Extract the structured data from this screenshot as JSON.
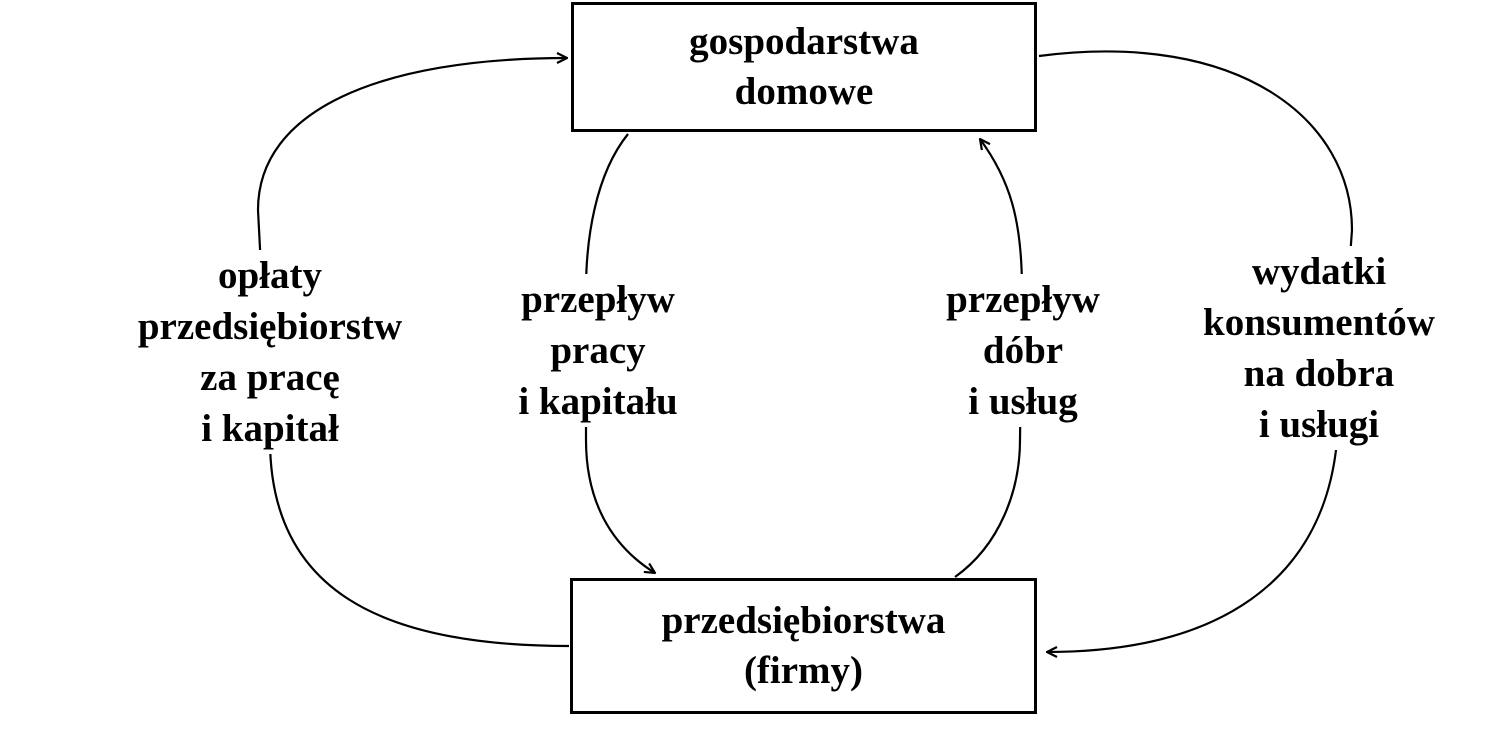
{
  "colors": {
    "line": "#000000",
    "background": "#ffffff"
  },
  "nodes": {
    "households": {
      "line1": "gospodarstwa",
      "line2": "domowe"
    },
    "firms": {
      "line1": "przedsiębiorstwa",
      "line2": "(firmy)"
    }
  },
  "flows": {
    "payments": {
      "line1": "opłaty",
      "line2": "przedsiębiorstw",
      "line3": "za pracę",
      "line4": "i kapitał"
    },
    "labor": {
      "line1": "przepływ",
      "line2": "pracy",
      "line3": "i kapitału"
    },
    "goods": {
      "line1": "przepływ",
      "line2": "dóbr",
      "line3": "i usług"
    },
    "spending": {
      "line1": "wydatki",
      "line2": "konsumentów",
      "line3": "na dobra",
      "line4": "i usługi"
    }
  }
}
